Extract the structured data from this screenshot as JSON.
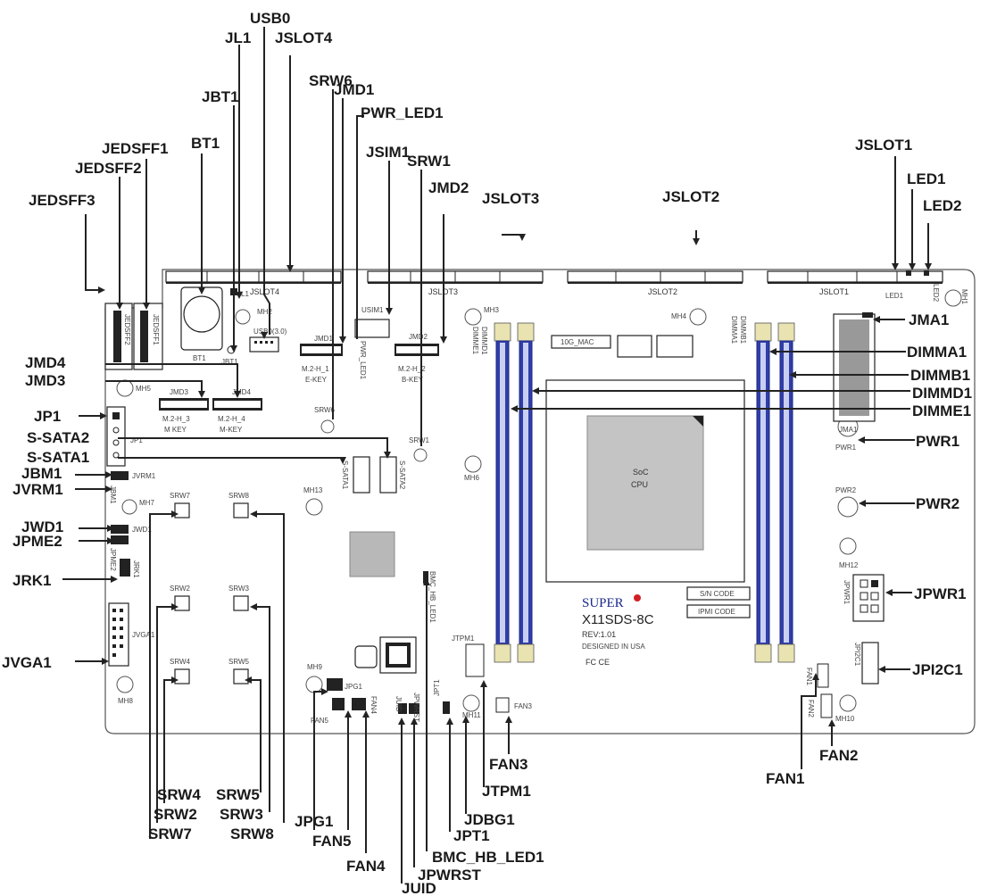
{
  "callouts": {
    "usb0": "USB0",
    "jl1": "JL1",
    "jslot4": "JSLOT4",
    "srw6": "SRW6",
    "jmd1": "JMD1",
    "pwr_led1": "PWR_LED1",
    "jbt1": "JBT1",
    "bt1": "BT1",
    "jedsff1": "JEDSFF1",
    "jedsff2": "JEDSFF2",
    "jedsff3": "JEDSFF3",
    "jsim1": "JSIM1",
    "srw1": "SRW1",
    "jmd2": "JMD2",
    "jslot3": "JSLOT3",
    "jslot2": "JSLOT2",
    "jslot1": "JSLOT1",
    "led1": "LED1",
    "led2": "LED2",
    "jma1": "JMA1",
    "dimma1": "DIMMA1",
    "dimmb1": "DIMMB1",
    "dimmd1": "DIMMD1",
    "dimme1": "DIMME1",
    "pwr1": "PWR1",
    "pwr2": "PWR2",
    "jpwr1": "JPWR1",
    "jpi2c1": "JPI2C1",
    "fan2": "FAN2",
    "fan1": "FAN1",
    "fan3": "FAN3",
    "jtpm1": "JTPM1",
    "jdbg1": "JDBG1",
    "jpt1": "JPT1",
    "bmc_hb_led1": "BMC_HB_LED1",
    "jpwrst": "JPWRST",
    "juid": "JUID",
    "fan4": "FAN4",
    "fan5": "FAN5",
    "jpg1": "JPG1",
    "srw8": "SRW8",
    "srw3": "SRW3",
    "srw5": "SRW5",
    "srw7": "SRW7",
    "srw2": "SRW2",
    "srw4": "SRW4",
    "jvga1": "JVGA1",
    "jrk1": "JRK1",
    "jpme2": "JPME2",
    "jwd1": "JWD1",
    "jvrm1": "JVRM1",
    "jbm1": "JBM1",
    "s_sata1": "S-SATA1",
    "s_sata2": "S-SATA2",
    "jp1": "JP1",
    "jmd3": "JMD3",
    "jmd4": "JMD4"
  },
  "silkscreen": {
    "jslot4": "JSLOT4",
    "jslot3": "JSLOT3",
    "jslot2": "JSLOT2",
    "jslot1": "JSLOT1",
    "led1": "LED1",
    "led2": "LED2",
    "mh1": "MH1",
    "mh2": "MH2",
    "mh3": "MH3",
    "mh4": "MH4",
    "mh5": "MH5",
    "mh6": "MH6",
    "mh7": "MH7",
    "mh8": "MH8",
    "mh9": "MH9",
    "mh10": "MH10",
    "mh11": "MH11",
    "mh12": "MH12",
    "mh13": "MH13",
    "jedsff2": "JEDSFF2",
    "jedsff1": "JEDSFF1",
    "bt1": "BT1",
    "jbt1": "JBT1",
    "jl1": "JL1",
    "usb0": "USB0(3.0)",
    "jmd1": "JMD1",
    "m2h1": "M.2-H_1",
    "ekey": "E-KEY",
    "pwr_led1": "PWR_LED1",
    "usim1": "USIM1",
    "jmd2": "JMD2",
    "m2h2": "M.2-H_2",
    "bkey": "B-KEY",
    "jmd3": "JMD3",
    "jmd4": "JMD4",
    "m2h3": "M.2-H_3",
    "m2h4": "M.2-H_4",
    "mkey": "M KEY",
    "mkey2": "M-KEY",
    "srw6": "SRW6",
    "srw1": "SRW1",
    "jp1": "JP1",
    "ssata1": "S-SATA1",
    "ssata2": "S-SATA2",
    "jvrm1": "JVRM1",
    "jbm1": "JBM1",
    "jwd1": "JWD1",
    "jpme2": "JPME2",
    "jrk1": "JRK1",
    "jvga1": "JVGA1",
    "srw7": "SRW7",
    "srw8": "SRW8",
    "srw2": "SRW2",
    "srw3": "SRW3",
    "srw4": "SRW4",
    "srw5": "SRW5",
    "jpg1": "JPG1",
    "fan5": "FAN5",
    "fan4": "FAN4",
    "juid": "JUID",
    "jpwrst": "JPWRST",
    "jpt1": "JPT1",
    "fan3": "FAN3",
    "jtpm1": "JTPM1",
    "bmc_hb": "BMC_HB_LED1",
    "tenG": "10G_MAC",
    "soc1": "SoC",
    "soc2": "CPU",
    "dimmd1": "DIMMD1",
    "dimme1": "DIMME1",
    "dimmb1": "DIMMB1",
    "dimma1": "DIMMA1",
    "jma1": "JMA1",
    "pwr1": "PWR1",
    "pwr2": "PWR2",
    "jpwr1": "JPWR1",
    "jpi2c1": "JPI2C1",
    "fan1": "FAN1",
    "fan2": "FAN2",
    "sn": "S/N CODE",
    "ipmi": "IPMI CODE",
    "brand": "SUPER",
    "model": "X11SDS-8C",
    "rev": "REV:1.01",
    "designed": "DESIGNED IN USA",
    "marks": "FC  CE"
  },
  "colors": {
    "dimm": "#2f3ea8",
    "dimm_light": "#c9cff2",
    "dimm_latch": "#e8e3b0",
    "brand_dot": "#d21f26"
  }
}
